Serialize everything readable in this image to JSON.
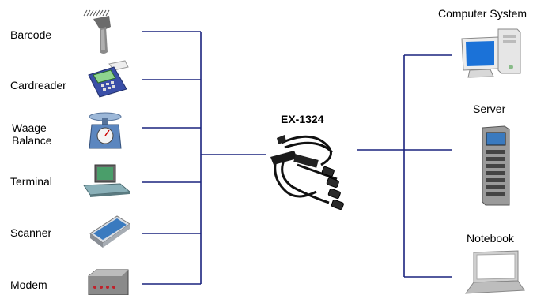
{
  "diagram": {
    "title": "EX-1324",
    "left_devices": [
      {
        "label": "Barcode",
        "icon": "barcode-scanner-icon"
      },
      {
        "label": "Cardreader",
        "icon": "card-reader-icon"
      },
      {
        "label": "Waage\nBalance",
        "icon": "weighing-scale-icon"
      },
      {
        "label": "Terminal",
        "icon": "terminal-icon"
      },
      {
        "label": "Scanner",
        "icon": "flatbed-scanner-icon"
      },
      {
        "label": "Modem",
        "icon": "modem-icon"
      }
    ],
    "right_devices": [
      {
        "label": "Computer System",
        "icon": "computer-system-icon"
      },
      {
        "label": "Server",
        "icon": "server-rack-icon"
      },
      {
        "label": "Notebook",
        "icon": "notebook-icon"
      }
    ],
    "center_icon": "serial-cable-icon",
    "line_color": "#1a237e"
  }
}
